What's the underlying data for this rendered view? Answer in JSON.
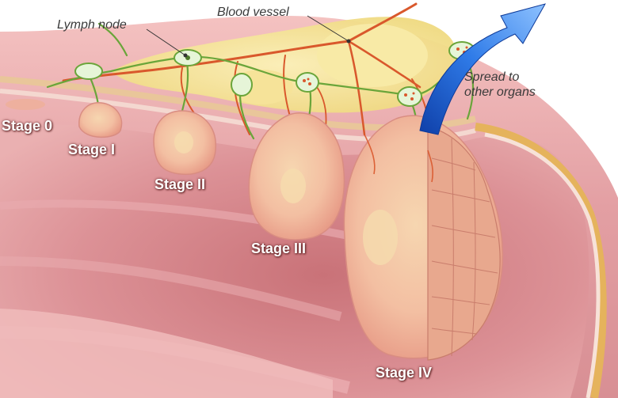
{
  "labels": {
    "lymph_node": "Lymph node",
    "blood_vessel": "Blood vessel",
    "spread_line1": "Spread to",
    "spread_line2": "other organs"
  },
  "stages": [
    "Stage 0",
    "Stage I",
    "Stage II",
    "Stage III",
    "Stage IV"
  ],
  "colors": {
    "tissue": "#e8a3a6",
    "mucosa": "#f2c3c0",
    "fat": "#f3e39a",
    "muscle_layer": "#e5b35c",
    "tumor": "#f0b59c",
    "blood_vessel": "#d9582c",
    "lymph_vessel": "#6aa53a",
    "lymph_node": "#e6f5d8",
    "arrow": "#1f5fd0"
  }
}
